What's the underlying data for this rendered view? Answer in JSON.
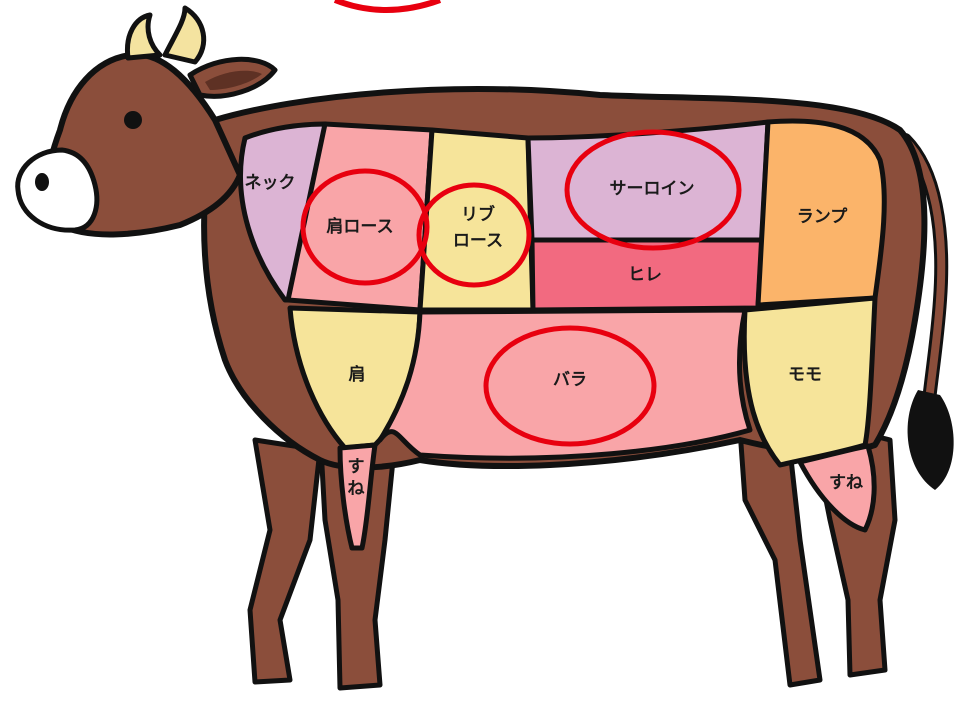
{
  "diagram": {
    "cuts": [
      {
        "id": "neck",
        "label": "ネック",
        "color": "#dcb4d4"
      },
      {
        "id": "shoulder_loin",
        "label": "肩ロース",
        "color": "#f9a5a8"
      },
      {
        "id": "rib_loin",
        "label_line1": "リブ",
        "label_line2": "ロース",
        "color": "#f6e49a"
      },
      {
        "id": "sirloin",
        "label": "サーロイン",
        "color": "#dcb4d4"
      },
      {
        "id": "fillet",
        "label": "ヒレ",
        "color": "#f26a80"
      },
      {
        "id": "rump",
        "label": "ランプ",
        "color": "#fbb46a"
      },
      {
        "id": "shoulder",
        "label": "肩",
        "color": "#f6e49a"
      },
      {
        "id": "belly",
        "label": "バラ",
        "color": "#f9a5a8"
      },
      {
        "id": "round",
        "label": "モモ",
        "color": "#f6e49a"
      },
      {
        "id": "shank_front",
        "label_line1": "す",
        "label_line2": "ね",
        "color": "#f9a5a8"
      },
      {
        "id": "shank_rear",
        "label": "すね",
        "color": "#f9a5a8"
      }
    ],
    "highlighted": [
      "shoulder_loin",
      "rib_loin",
      "sirloin",
      "belly"
    ],
    "colors": {
      "hide": "#8b4e3b",
      "outline": "#111111",
      "highlight_ring": "#e8000f",
      "horn": "#f4e3a0",
      "muzzle": "#ffffff"
    }
  }
}
